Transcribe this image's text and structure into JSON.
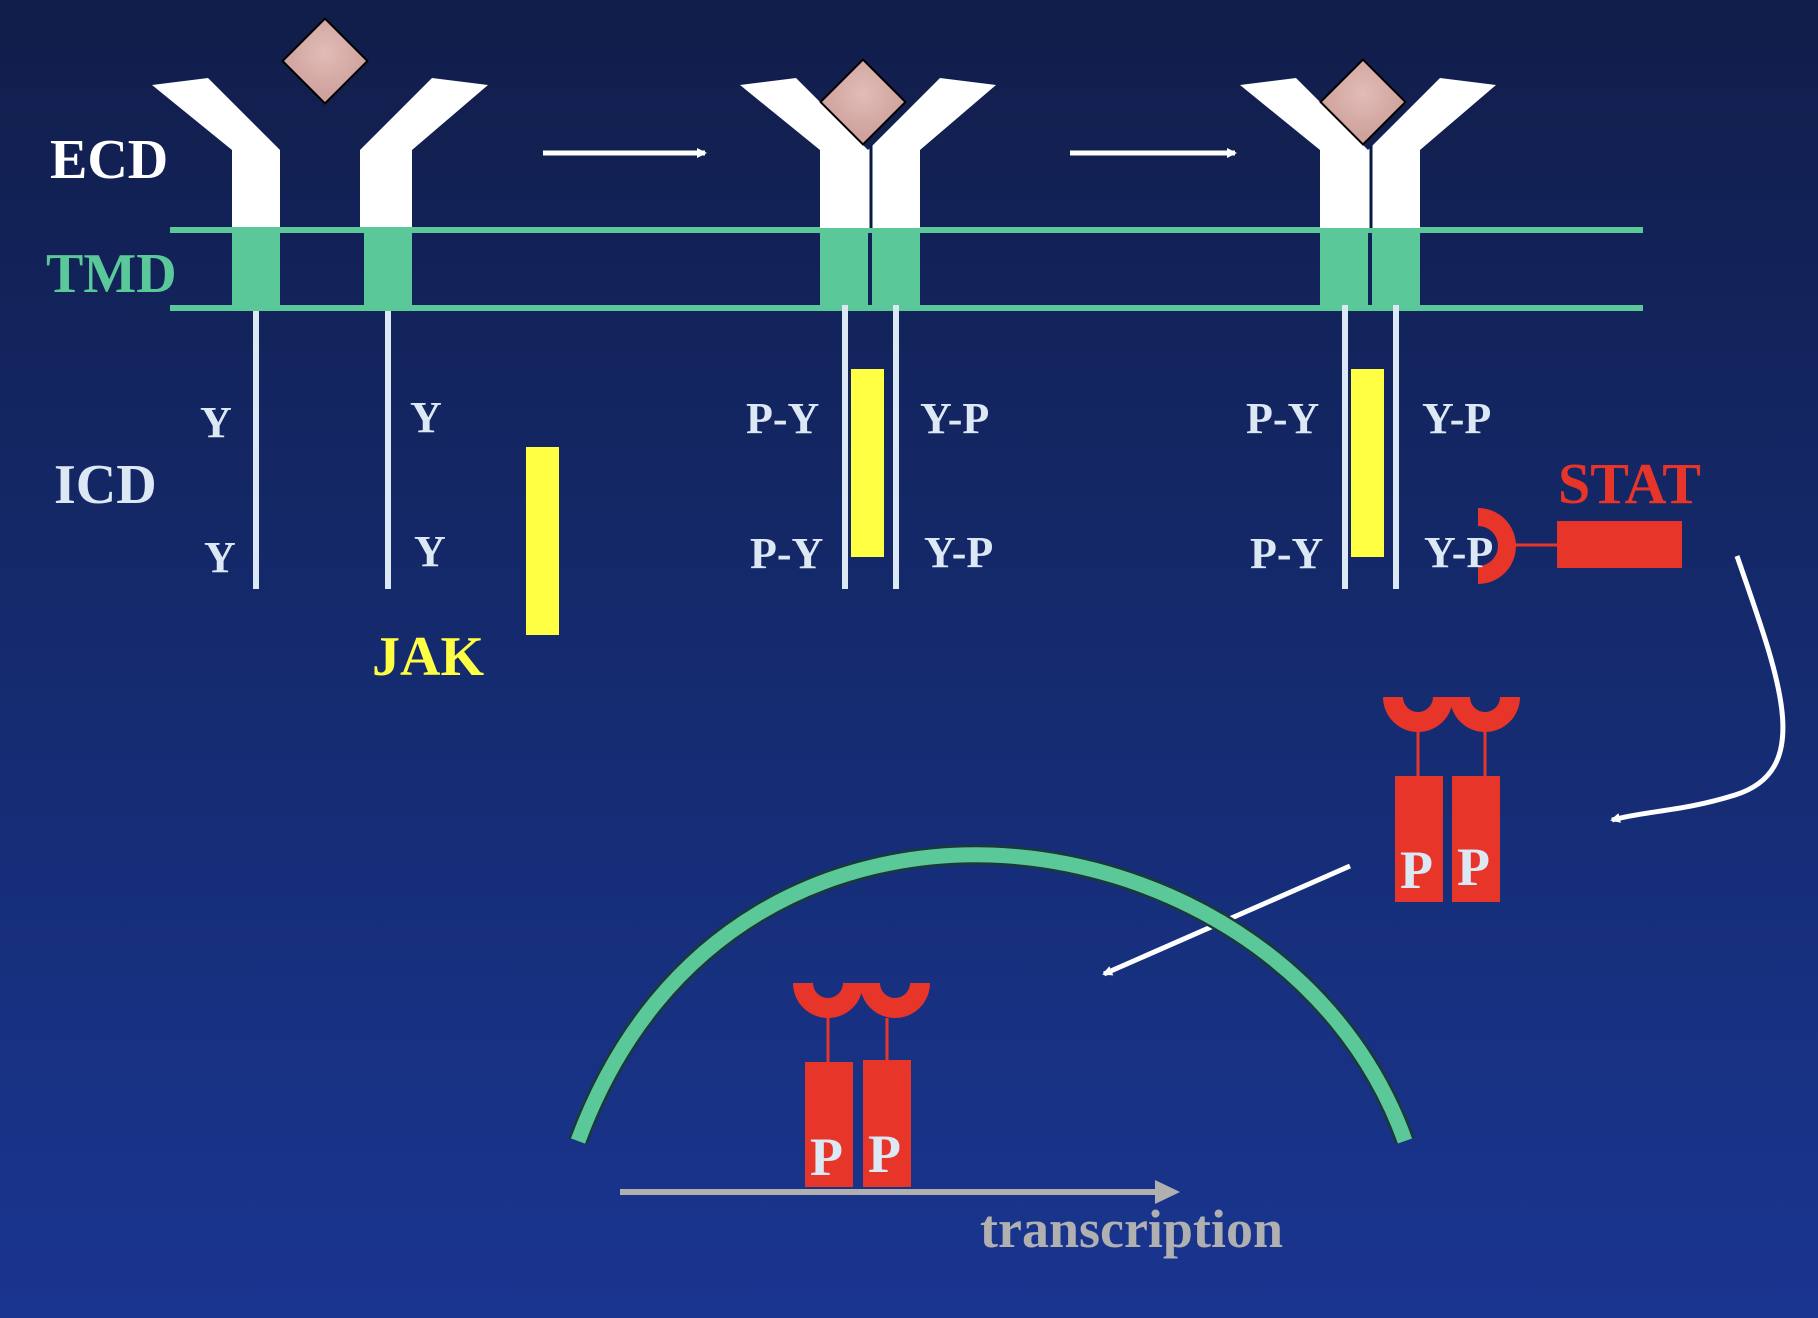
{
  "labels": {
    "ecd": "ECD",
    "tmd": "TMD",
    "icd": "ICD",
    "jak": "JAK",
    "stat": "STAT",
    "transcription": "transcription",
    "tyrosine": "Y",
    "p_y": "P-Y",
    "y_p": "Y-P",
    "phosphate": "P"
  },
  "colors": {
    "background_top": "#111d4a",
    "background_bottom": "#1a3590",
    "receptor": "#ffffff",
    "membrane": "#5bc89a",
    "jak": "#ffff44",
    "stat": "#e8352a",
    "ligand": "#d9b0ab",
    "intracellular_text": "#dde8f5",
    "transcription_arrow": "#b0b0b0"
  },
  "icons": {
    "ligand": "ligand-square-icon",
    "arrow": "arrow-right-icon"
  }
}
